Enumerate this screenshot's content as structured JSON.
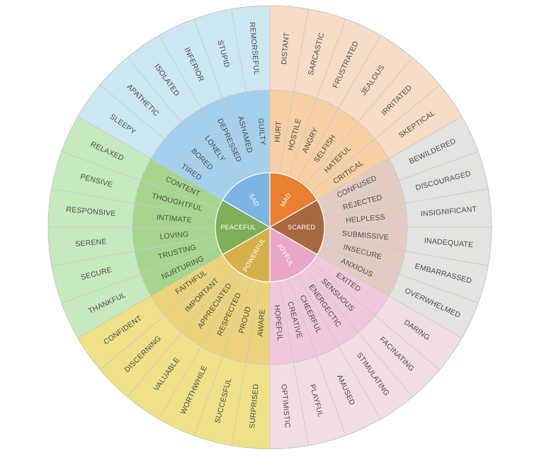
{
  "wheel": {
    "categories": [
      {
        "key": "mad",
        "name": "MAD",
        "core_color": "#E8802F",
        "mid_color": "#F6CFA2",
        "outer_color": "#F7DCC6",
        "secondary": [
          "HURT",
          "HOSTILE",
          "ANGRY",
          "SELFISH",
          "HATEFUL",
          "CRITICAL"
        ],
        "tertiary": [
          "DISTANT",
          "SARCASTIC",
          "FRUSTRATED",
          "JEALOUS",
          "IRRITATED",
          "SKEPTICAL"
        ]
      },
      {
        "key": "scared",
        "name": "SCARED",
        "core_color": "#A8673F",
        "mid_color": "#E2CCC2",
        "outer_color": "#E3E3E1",
        "secondary": [
          "CONFUSED",
          "REJECTED",
          "HELPLESS",
          "SUBMISSIVE",
          "INSECURE",
          "ANXIOUS"
        ],
        "tertiary": [
          "BEWILDERED",
          "DISCOURAGED",
          "INSIGNIFICANT",
          "INADEQUATE",
          "EMBARRASSED",
          "OVERWHELMED"
        ]
      },
      {
        "key": "joyful",
        "name": "JOYFUL",
        "core_color": "#E9A6C9",
        "mid_color": "#F0C8D9",
        "outer_color": "#F3DDE4",
        "secondary": [
          "EXITED",
          "SENSUOUS",
          "ENERGECTIC",
          "CHEERFUL",
          "CREATIVE",
          "HOPEFUL"
        ],
        "tertiary": [
          "DARING",
          "FACINATING",
          "STIMULATING",
          "AMUSED",
          "PLAYFUL",
          "OPTIMISTIC"
        ]
      },
      {
        "key": "powerful",
        "name": "POWERFUL",
        "core_color": "#D4B04A",
        "mid_color": "#EBD27B",
        "outer_color": "#EEE187",
        "secondary": [
          "AWARE",
          "PROUD",
          "RESPECTED",
          "APPRECIATED",
          "IMPORTANT",
          "FAITHFUL"
        ],
        "tertiary": [
          "SURPRISED",
          "SUCCESFUL",
          "WORTHWHILE",
          "VALUABLE",
          "DISCERNING",
          "CONFIDENT"
        ]
      },
      {
        "key": "peaceful",
        "name": "PEACEFUL",
        "core_color": "#7FAF5A",
        "mid_color": "#A6D68D",
        "outer_color": "#C7E9BE",
        "secondary": [
          "NURTURING",
          "TRUSTING",
          "LOVING",
          "INTIMATE",
          "THOUGHTFUL",
          "CONTENT"
        ],
        "tertiary": [
          "THANKFUL",
          "SECURE",
          "SERENE",
          "RESPONSIVE",
          "PENSIVE",
          "RELAXED"
        ]
      },
      {
        "key": "sad",
        "name": "SAD",
        "core_color": "#7DB4E2",
        "mid_color": "#A4D0EE",
        "outer_color": "#CCE6F2",
        "secondary": [
          "TIRED",
          "BORED",
          "LONELY",
          "DEPRESSED",
          "ASHAMED",
          "GUILTY"
        ],
        "tertiary": [
          "SLEEPY",
          "APATHETIC",
          "ISOLATED",
          "INFERIOR",
          "STUPID",
          "REMORSEFUL"
        ]
      }
    ]
  }
}
